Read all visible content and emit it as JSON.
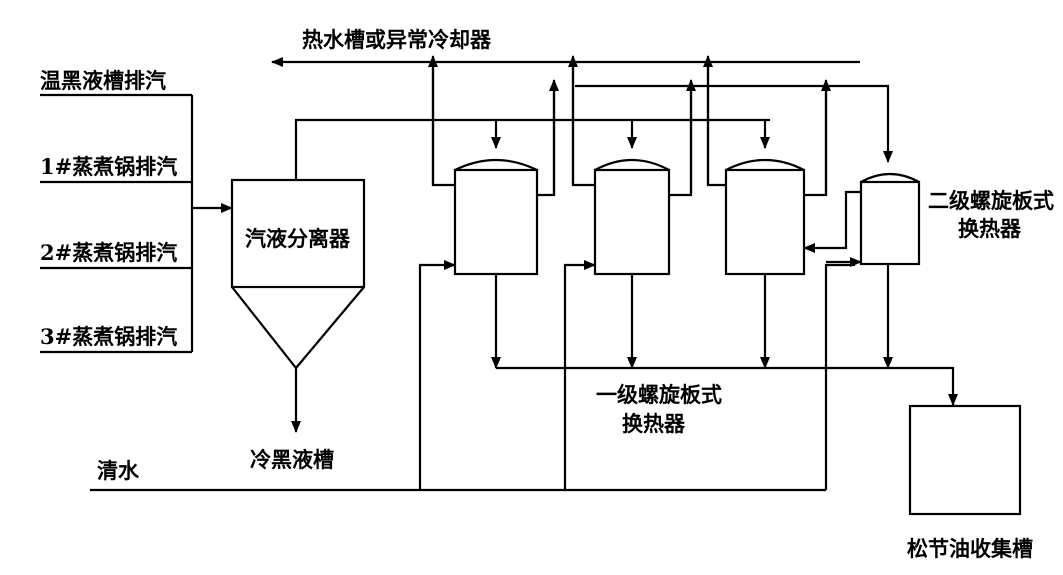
{
  "labels": {
    "hot_water_tank": "热水槽或异常冷却器",
    "warm_black_liquor_exhaust": "温黑液槽排汽",
    "digester1_exhaust": "1#蒸煮锅排汽",
    "digester2_exhaust": "2#蒸煮锅排汽",
    "digester3_exhaust": "3#蒸煮锅排汽",
    "separator": "汽液分离器",
    "cold_black_liquor_tank": "冷黑液槽",
    "clean_water": "清水",
    "stage1_line1": "一级螺旋板式",
    "stage1_line2": "换热器",
    "stage2_line1": "二级螺旋板式",
    "stage2_line2": "换热器",
    "turpentine_tank": "松节油收集槽"
  }
}
